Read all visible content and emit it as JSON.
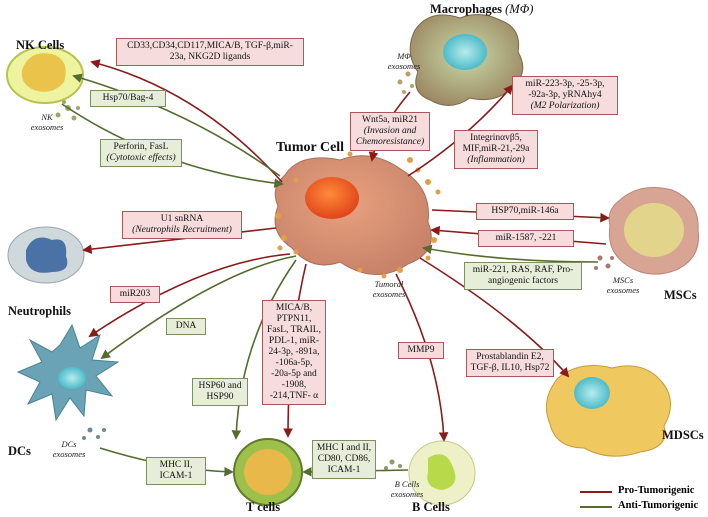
{
  "colors": {
    "pro": "#8b1a1a",
    "anti": "#556b2f",
    "pro_box": "#f6dcdc",
    "anti_box": "#e6eed9"
  },
  "title": {
    "tumor": "Tumor Cell",
    "macrophage_main": "Macrophages",
    "macrophage_symbol": "(MΦ)"
  },
  "cells": {
    "nk": "NK Cells",
    "neutrophils": "Neutrophils",
    "dcs": "DCs",
    "tcells": "T cells",
    "bcells": "B Cells",
    "mscs": "MSCs",
    "mdscs": "MDSCs"
  },
  "exosomes": {
    "nk": "NK exosomes",
    "mphi": "MΦ exosomes",
    "tumoral": "Tumoral exosomes",
    "mscs": "MSCs exosomes",
    "dcs": "DCs exosomes",
    "bcells": "B Cells exosomes"
  },
  "boxes": {
    "nk_pro": "CD33,CD34,CD117,MICA/B, TGF-β,miR-23a, NKG2D ligands",
    "nk_hsp": "Hsp70/Bag-4",
    "nk_perforin": "Perforin, FasL",
    "nk_perforin_note": "(Cytotoxic effects)",
    "wnt": "Wnt5a, miR21",
    "wnt_note": "(Invasion and Chemoresistance)",
    "m2": "miR-223-3p, -25-3p, -92a-3p, yRNAhy4",
    "m2_note": "(M2 Polarization)",
    "integrin": "Integrinαvβ5, MIF,miR-21,-29a",
    "integrin_note": "(Inflammation)",
    "hsp70mir": "HSP70,miR-146a",
    "mir1587": "miR-1587, -221",
    "mir221": "miR-221, RAS, RAF, Pro-angiogenic factors",
    "u1": "U1 snRNA",
    "u1_note": "(Neutrophils Recruitment)",
    "mir203": "miR203",
    "dna": "DNA",
    "mica": "MICA/B, PTPN11, FasL, TRAIL, PDL-1, miR-24-3p, -891a, -106a-5p, -20a-5p and -1908, -214,TNF- α",
    "hsp60": "HSP60 and HSP90",
    "mmp9": "MMP9",
    "prostaglandin": "Prostablandin E2, TGF-β, IL10, Hsp72",
    "mhc2": "MHC II, ICAM-1",
    "mhc1": "MHC I and II, CD80, CD86, ICAM-1"
  },
  "legend": {
    "pro": "Pro-Tumorigenic",
    "anti": "Anti-Tumorigenic"
  }
}
